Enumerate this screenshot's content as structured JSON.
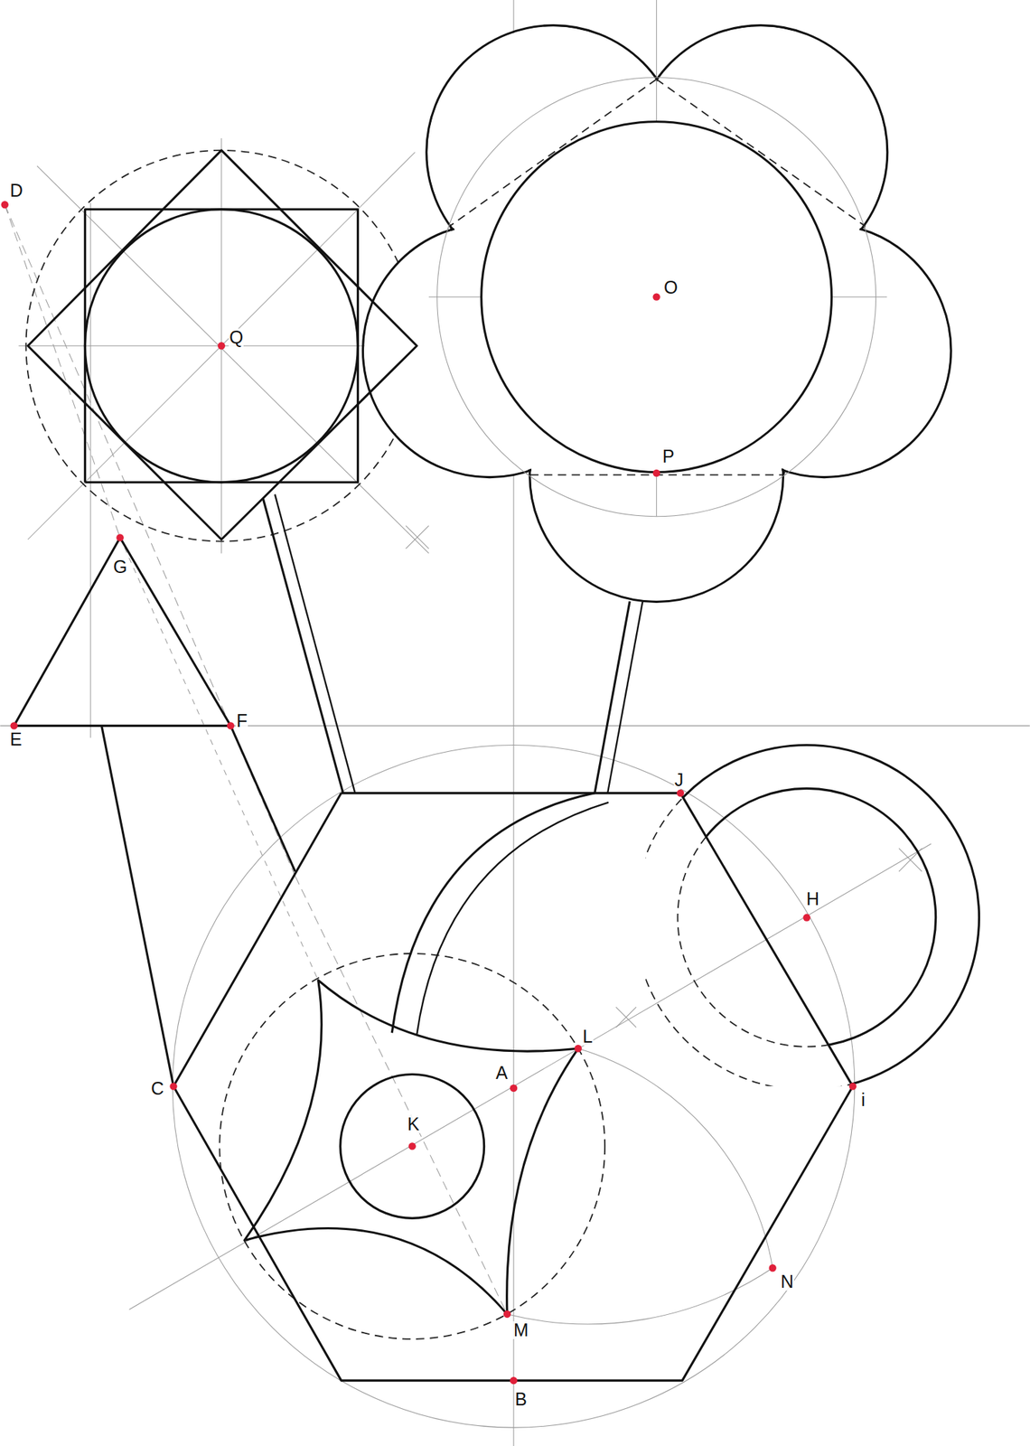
{
  "diagram": {
    "labels": [
      "D",
      "Q",
      "O",
      "P",
      "G",
      "E",
      "F",
      "J",
      "H",
      "L",
      "A",
      "K",
      "C",
      "i",
      "N",
      "M",
      "B"
    ]
  }
}
